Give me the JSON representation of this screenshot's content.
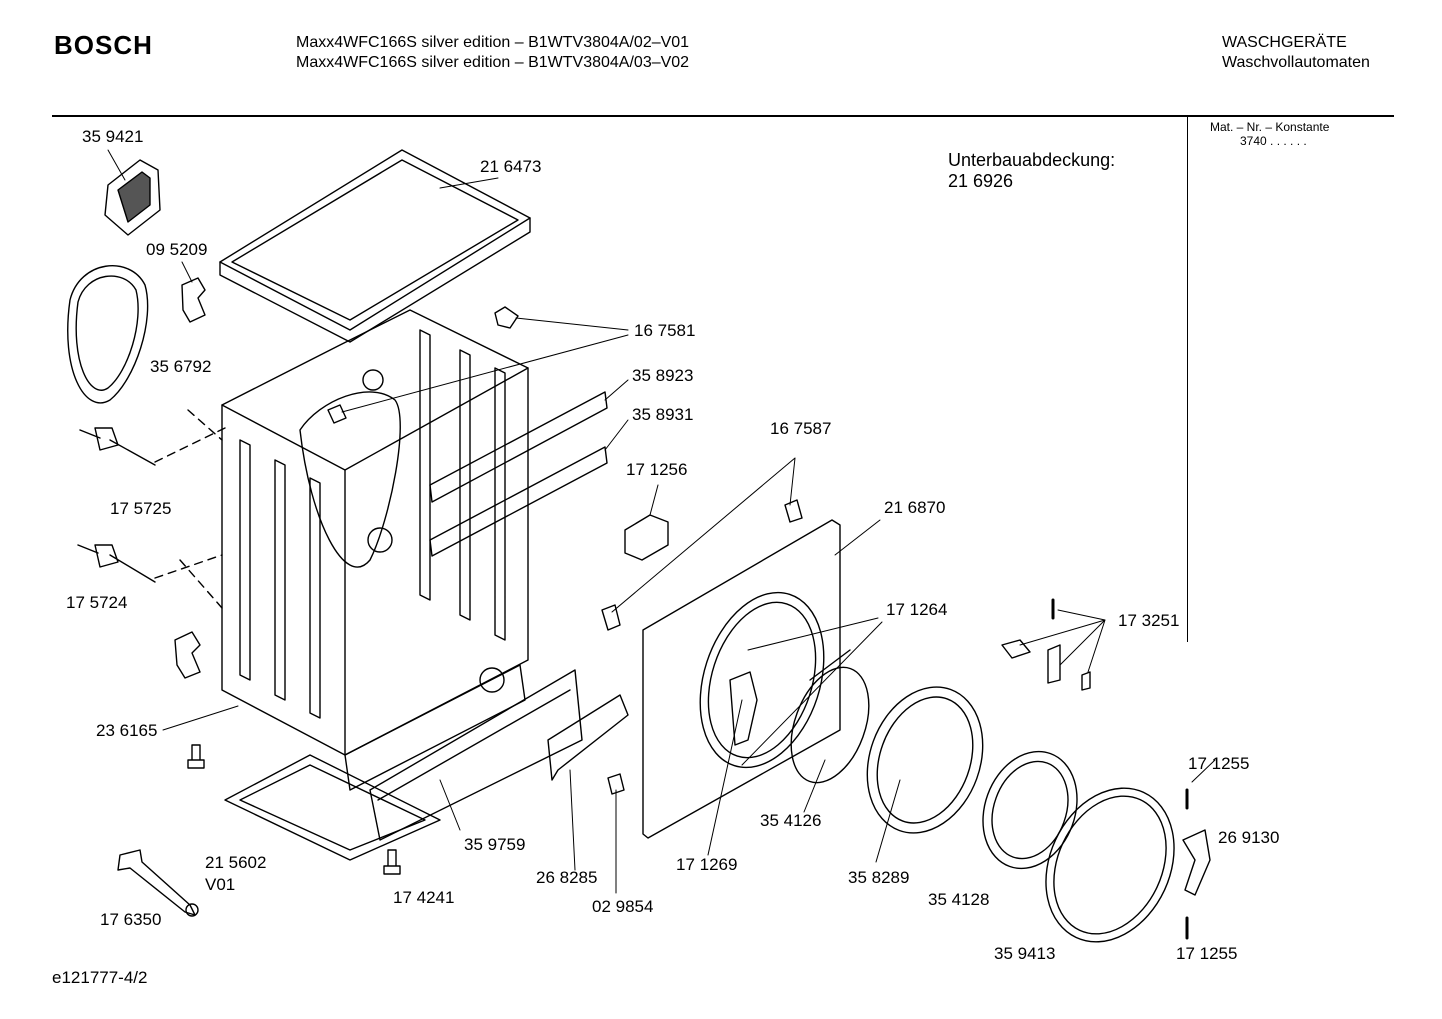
{
  "header": {
    "brand": "BOSCH",
    "model_line_1": "Maxx4WFC166S silver edition – B1WTV3804A/02–V01",
    "model_line_2": "Maxx4WFC166S silver edition – B1WTV3804A/03–V02",
    "category_1": "WASCHGERÄTE",
    "category_2": "Waschvollautomaten"
  },
  "material": {
    "label": "Mat. – Nr. – Konstante",
    "value": "3740  .  .  .  .  .  ."
  },
  "subassembly": {
    "label": "Unterbauabdeckung:",
    "part": "21 6926"
  },
  "parts": [
    "35 9421",
    "21 6473",
    "09 5209",
    "35 6792",
    "16 7581",
    "35 8923",
    "35 8931",
    "16 7587",
    "17 1256",
    "21 6870",
    "17 5725",
    "17 5724",
    "17 1264",
    "17 3251",
    "23 6165",
    "17 1255",
    "35 4126",
    "26 9130",
    "35 9759",
    "17 1269",
    "21 5602",
    "V01",
    "26 8285",
    "35 8289",
    "17 4241",
    "02 9854",
    "35 4128",
    "17 6350",
    "35 9413",
    "17 1255"
  ],
  "footer": {
    "diagram_id": "e121777-4/2"
  }
}
